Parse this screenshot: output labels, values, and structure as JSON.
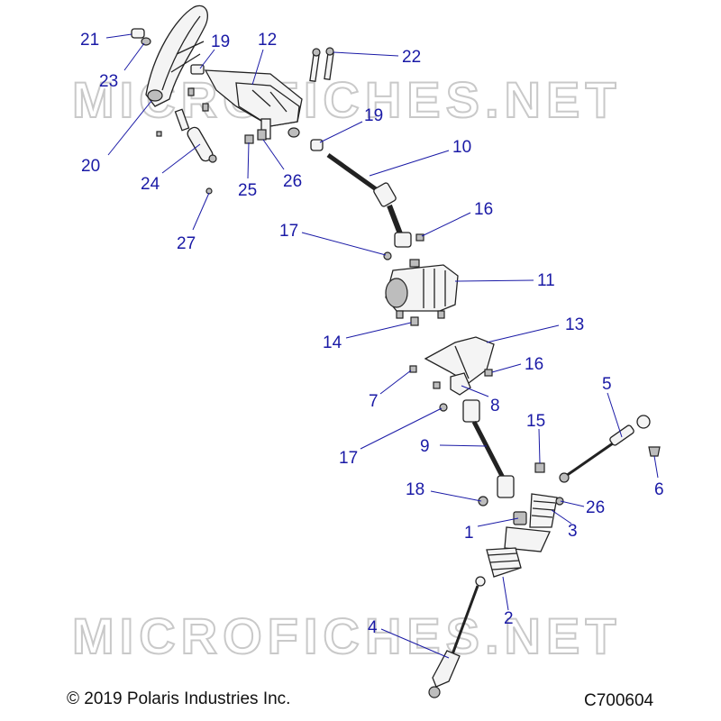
{
  "watermark": "MICROFICHES.NET",
  "copyright": "© 2019 Polaris Industries Inc.",
  "diagram_code": "C700604",
  "callouts": {
    "c21": "21",
    "c23": "23",
    "c19a": "19",
    "c12": "12",
    "c22": "22",
    "c19b": "19",
    "c10": "10",
    "c20": "20",
    "c24": "24",
    "c25": "25",
    "c26a": "26",
    "c27": "27",
    "c17a": "17",
    "c16a": "16",
    "c11": "11",
    "c14": "14",
    "c13": "13",
    "c16b": "16",
    "c7": "7",
    "c8": "8",
    "c5": "5",
    "c15": "15",
    "c17b": "17",
    "c9": "9",
    "c6": "6",
    "c18": "18",
    "c26b": "26",
    "c1": "1",
    "c3": "3",
    "c2": "2",
    "c4": "4"
  },
  "colors": {
    "callout": "#1a1aa6",
    "parts": "#222222",
    "watermark": "#c9c9c9"
  }
}
